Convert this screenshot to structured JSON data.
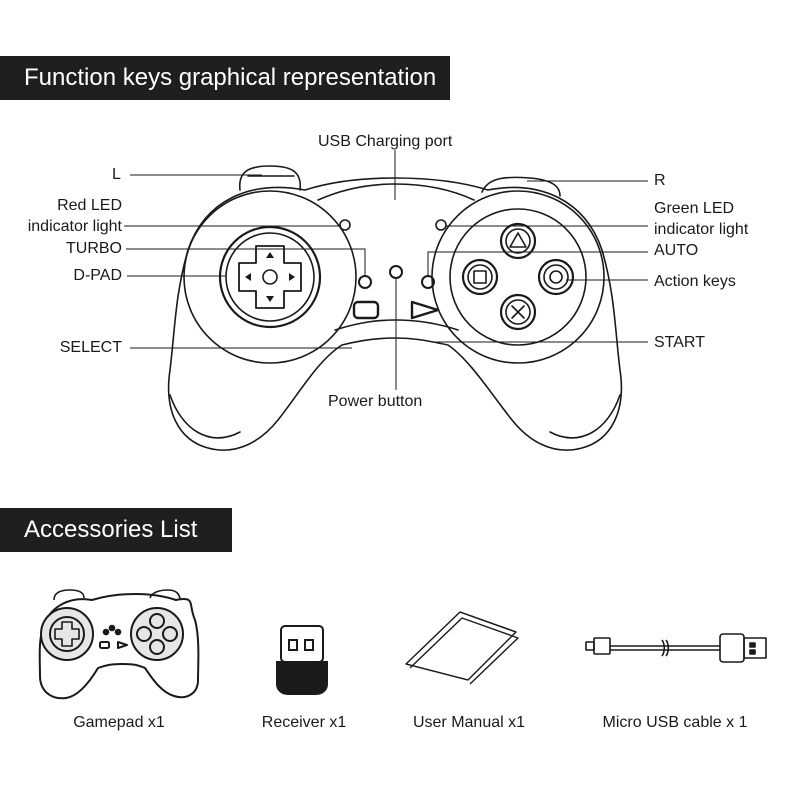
{
  "banners": {
    "function_keys": "Function keys graphical representation",
    "accessories": "Accessories List"
  },
  "callouts": {
    "usb_port": "USB Charging port",
    "l": "L",
    "r": "R",
    "red_led_1": "Red LED",
    "red_led_2": "indicator light",
    "green_led_1": "Green LED",
    "green_led_2": "indicator light",
    "turbo": "TURBO",
    "auto": "AUTO",
    "dpad": "D-PAD",
    "action_keys": "Action keys",
    "select": "SELECT",
    "start": "START",
    "power": "Power button"
  },
  "accessories": [
    {
      "label": "Gamepad x1",
      "icon": "gamepad-icon"
    },
    {
      "label": "Receiver x1",
      "icon": "usb-receiver-icon"
    },
    {
      "label": "User Manual x1",
      "icon": "manual-icon"
    },
    {
      "label": "Micro USB cable x 1",
      "icon": "usb-cable-icon"
    }
  ],
  "colors": {
    "banner_bg": "#1f1f1f",
    "banner_text": "#ffffff",
    "line": "#1a1a1a"
  }
}
